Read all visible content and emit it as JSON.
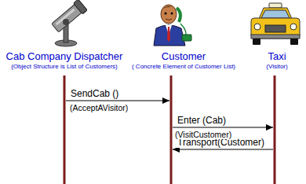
{
  "diagram": {
    "nodes": [
      {
        "text": [
          "Cab Company Dispatcher",
          "(Object Structure is List of Customers)"
        ]
      },
      {
        "text": [
          "Customer",
          "( Concrete Element of Customer List)"
        ]
      },
      {
        "text": [
          "Taxi",
          "(Visitor)"
        ]
      }
    ],
    "edges": [
      {
        "from": 0,
        "to": 1,
        "arrow": "to",
        "label": "SendCab ()"
      },
      {
        "from": 1,
        "to": 2,
        "arrow": "to",
        "label": "Enter (Cab)"
      },
      {
        "from": 2,
        "to": 1,
        "arrow": "to",
        "label": "Transport(Customer)"
      }
    ],
    "labels": [
      "(AcceptAVisitor)",
      "(VisitCustomer)"
    ]
  }
}
